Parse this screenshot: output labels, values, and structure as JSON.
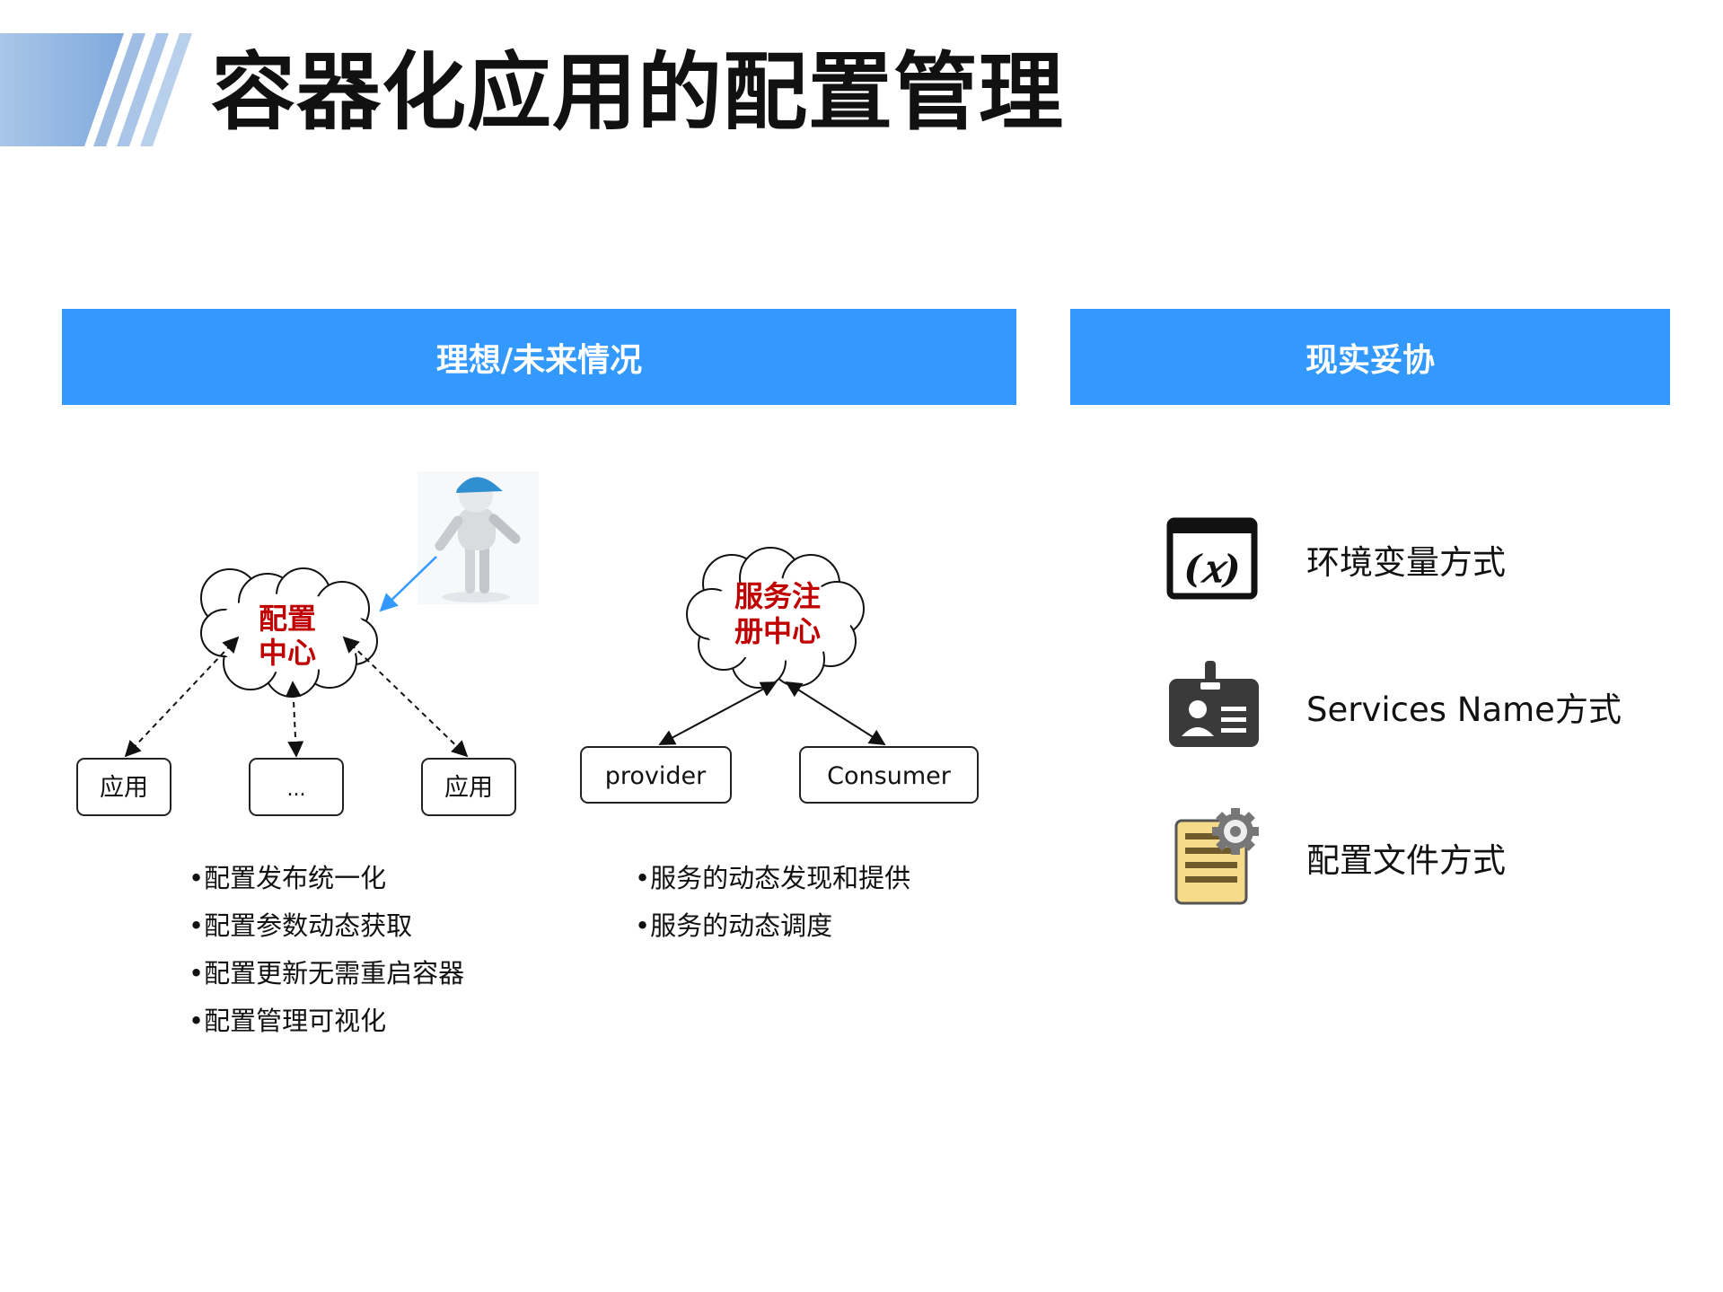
{
  "page": {
    "title": "容器化应用的配置管理"
  },
  "colors": {
    "accent": "#3399ff",
    "cloud_text": "#c00000",
    "arrow_blue": "#3399ff"
  },
  "sections": {
    "ideal": {
      "header": "理想/未来情况"
    },
    "reality": {
      "header": "现实妥协"
    }
  },
  "config_diagram": {
    "center_label_line1": "配置",
    "center_label_line2": "中心",
    "nodes": [
      "应用",
      "...",
      "应用"
    ],
    "admin_icon": "person-with-cap-icon"
  },
  "service_diagram": {
    "center_label_line1": "服务注",
    "center_label_line2": "册中心",
    "nodes": [
      "provider",
      "Consumer"
    ]
  },
  "config_bullets": [
    "•配置发布统一化",
    "•配置参数动态获取",
    "•配置更新无需重启容器",
    "•配置管理可视化"
  ],
  "service_bullets": [
    "•服务的动态发现和提供",
    "•服务的动态调度"
  ],
  "reality_items": [
    {
      "label": "环境变量方式",
      "icon": "variable-icon"
    },
    {
      "label": "Services Name方式",
      "icon": "id-badge-icon"
    },
    {
      "label": "配置文件方式",
      "icon": "config-file-icon"
    }
  ]
}
